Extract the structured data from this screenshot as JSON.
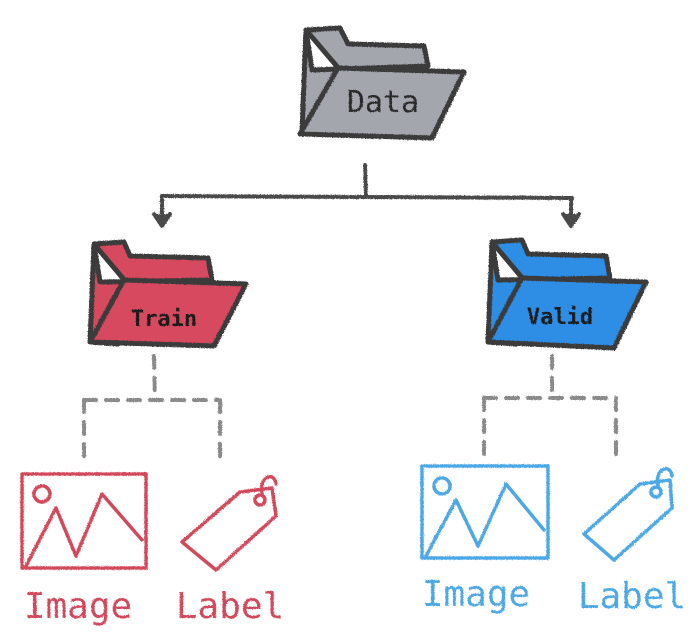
{
  "root": {
    "label": "Data",
    "color": "#a3a6ad"
  },
  "train": {
    "label": "Train",
    "color": "#d6495e",
    "items": [
      {
        "label": "Image",
        "icon": "image-icon"
      },
      {
        "label": "Label",
        "icon": "tag-icon"
      }
    ],
    "item_color": "#d34a5c"
  },
  "valid": {
    "label": "Valid",
    "color": "#2d8ee6",
    "items": [
      {
        "label": "Image",
        "icon": "image-icon"
      },
      {
        "label": "Label",
        "icon": "tag-icon"
      }
    ],
    "item_color": "#4da8e6"
  },
  "stroke_color": "#3a3a3a",
  "dashed_color": "#8a8a8a"
}
